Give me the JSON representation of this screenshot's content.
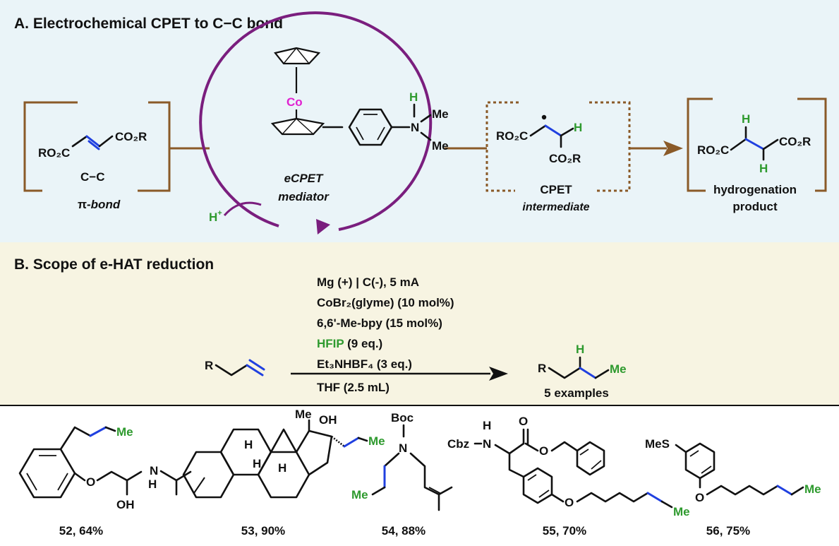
{
  "panel_a": {
    "title": "A. Electrochemical CPET to C−C bond",
    "background": "#eaf4f8",
    "substrate": {
      "left_group": "RO₂C",
      "right_group": "CO₂R",
      "bond_label": "C−C",
      "caption_pi": "π",
      "caption_bond": "-bond"
    },
    "mediator": {
      "metal": "Co",
      "n_label": "N",
      "h_label": "H",
      "me1": "Me",
      "me2": "Me",
      "caption_line1": "eCPET",
      "caption_line2": "mediator",
      "proton": "H",
      "proton_charge": "+",
      "circle_color": "#7a1e7e"
    },
    "intermediate": {
      "left_group": "RO₂C",
      "bottom_group": "CO₂R",
      "h_label": "H",
      "caption_line1": "CPET",
      "caption_line2": "intermediate"
    },
    "product": {
      "left_group": "RO₂C",
      "right_group": "CO₂R",
      "h_top": "H",
      "h_bottom": "H",
      "caption_line1": "hydrogenation",
      "caption_line2": "product"
    },
    "arrow_color": "#8a5a28"
  },
  "panel_b": {
    "title": "B. Scope of e-HAT reduction",
    "background": "#f7f4e2",
    "conditions": [
      "Mg (+) | C(-), 5 mA",
      "CoBr₂(glyme) (10 mol%)",
      "6,6'-Me-bpy (15 mol%)",
      "HFIP",
      "Et₃NHBF₄ (3 eq.)"
    ],
    "hfip_suffix": " (9 eq.)",
    "solvent": "THF (2.5 mL)",
    "reactant_r": "R",
    "product_r": "R",
    "product_h": "H",
    "product_me": "Me",
    "examples_label": "5 examples"
  },
  "scope": [
    {
      "label": "52, 64%",
      "atoms": [
        "Me",
        "O",
        "N",
        "H",
        "OH"
      ]
    },
    {
      "label": "53, 90%",
      "atoms": [
        "Me",
        "OH",
        "Me",
        "H",
        "H",
        "H"
      ]
    },
    {
      "label": "54, 88%",
      "atoms": [
        "Boc",
        "N",
        "Me"
      ]
    },
    {
      "label": "55, 70%",
      "atoms": [
        "Cbz",
        "N",
        "H",
        "O",
        "O",
        "O",
        "Me"
      ]
    },
    {
      "label": "56, 75%",
      "atoms": [
        "MeS",
        "O",
        "Me"
      ]
    }
  ]
}
